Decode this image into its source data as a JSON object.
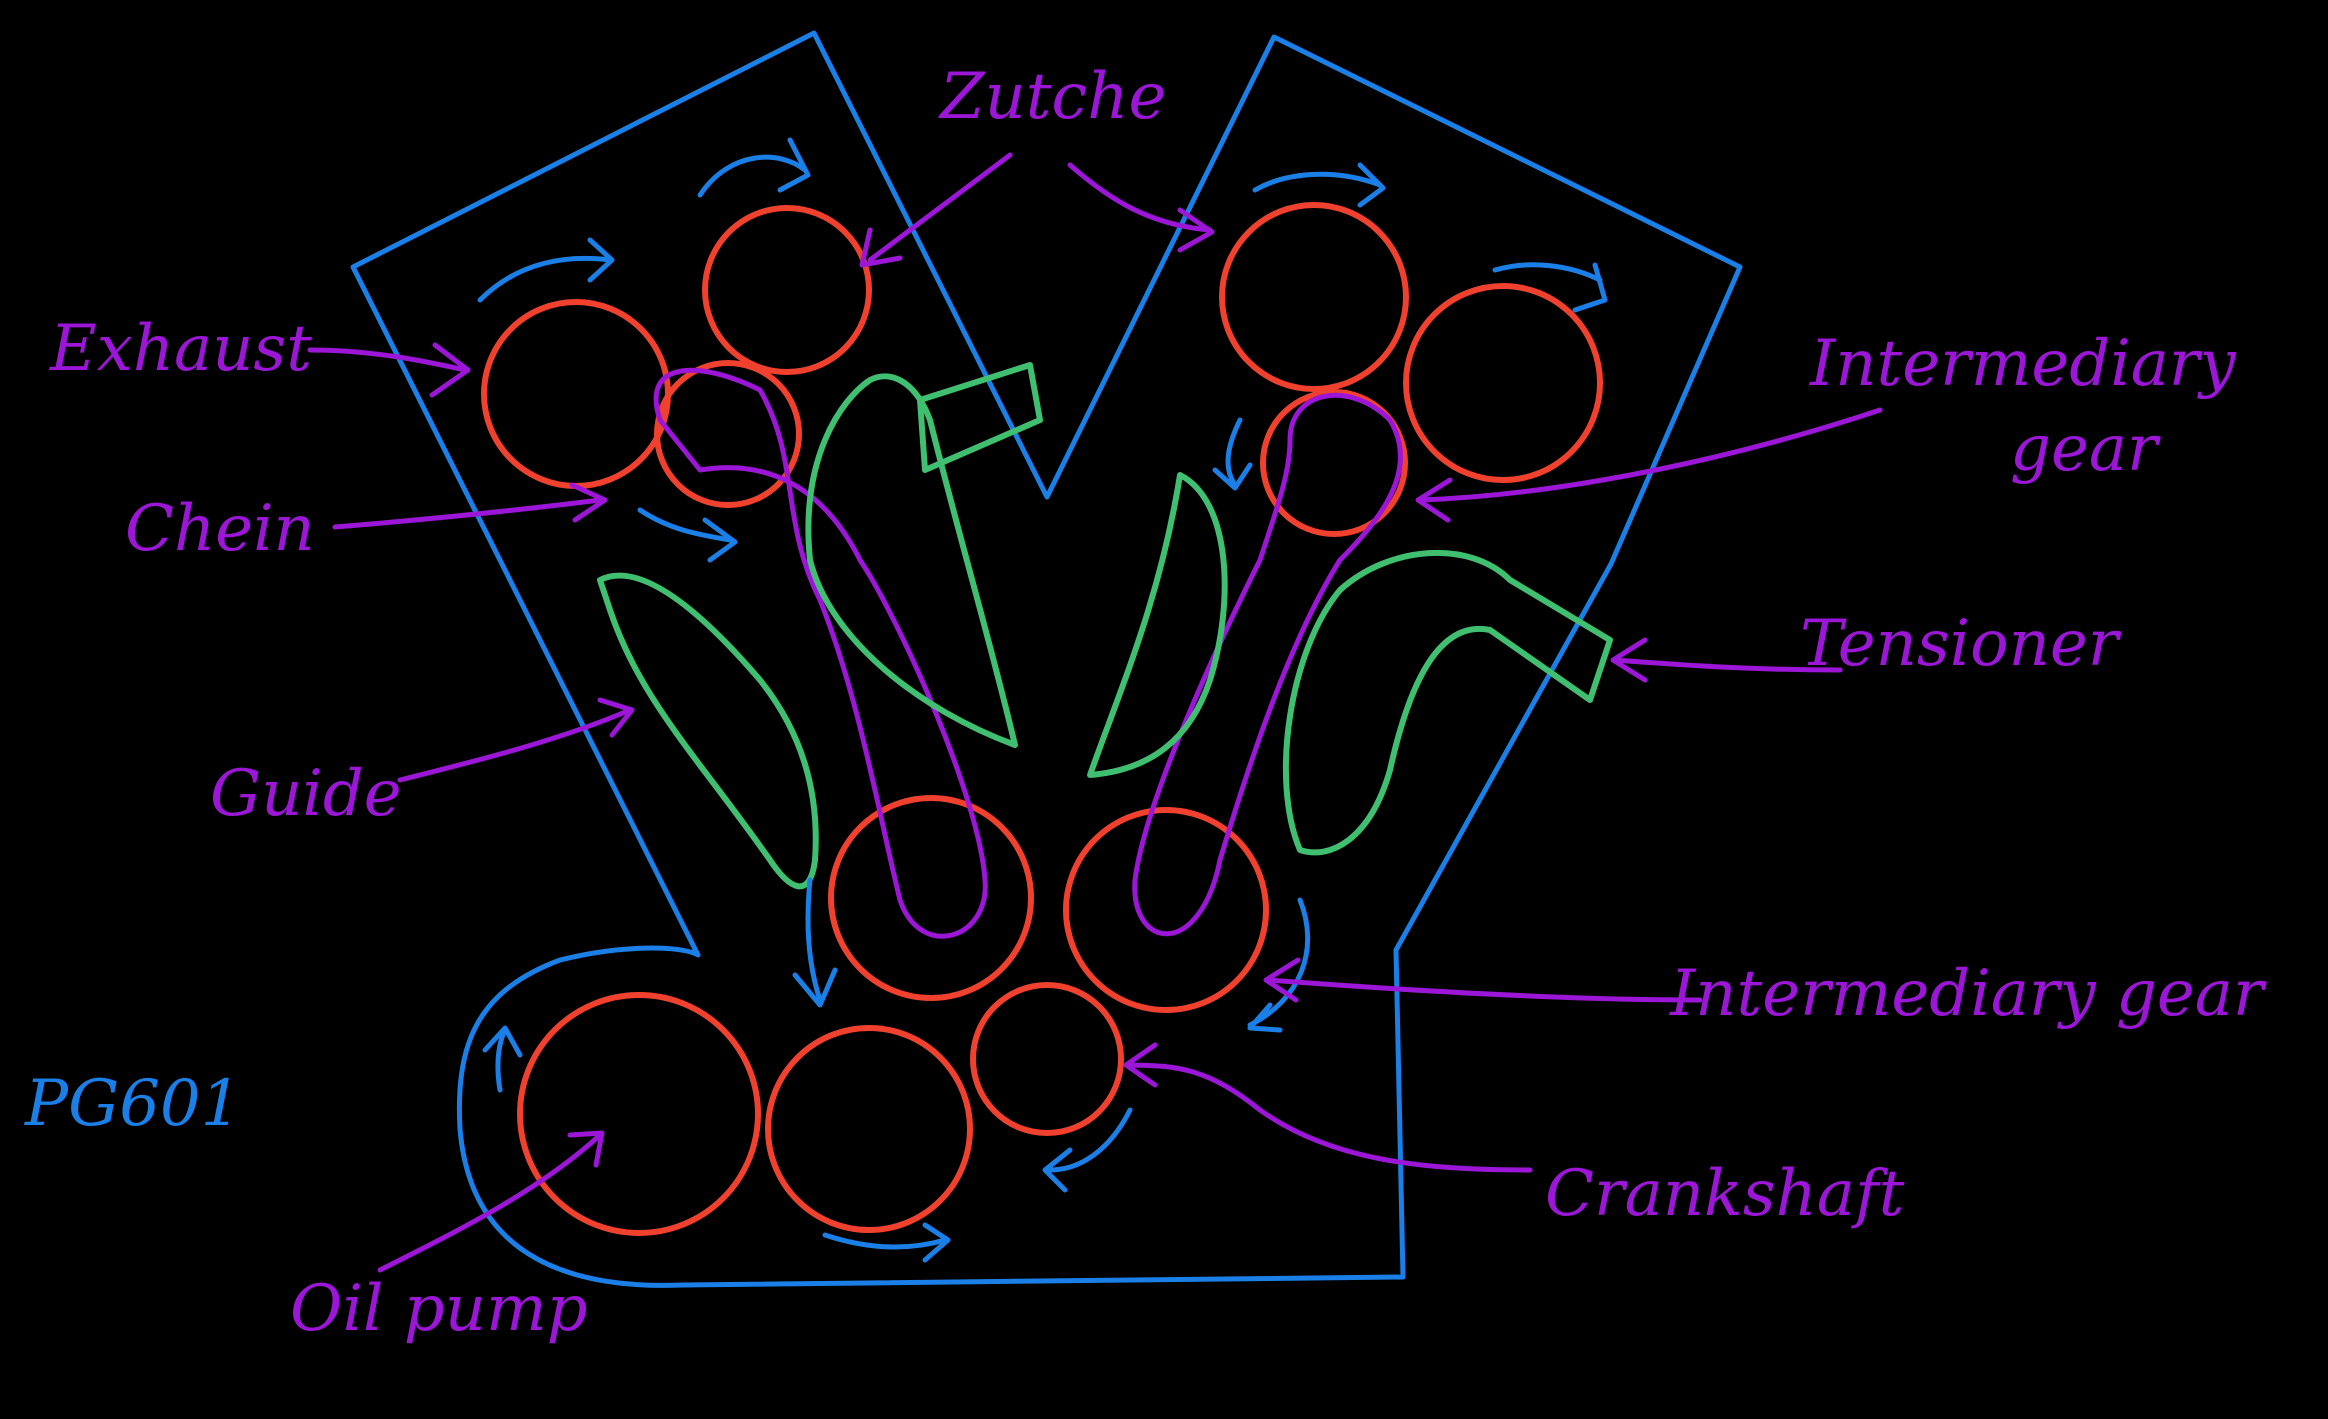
{
  "colors": {
    "background": "#000000",
    "housing": "#1a7fe6",
    "gears": "#f0402e",
    "guides": "#3fbf6f",
    "chain_and_labels": "#9b16d6"
  },
  "labels": {
    "intake": "Zutche",
    "exhaust": "Exhaust",
    "chain": "Chein",
    "guide": "Guide",
    "intermediary_gear_top_1": "Intermediary",
    "intermediary_gear_top_2": "gear",
    "tensioner": "Tensioner",
    "intermediary_gear_lower": "Intermediary gear",
    "crankshaft": "Crankshaft",
    "oil_pump": "Oil pump",
    "model": "PG601"
  }
}
